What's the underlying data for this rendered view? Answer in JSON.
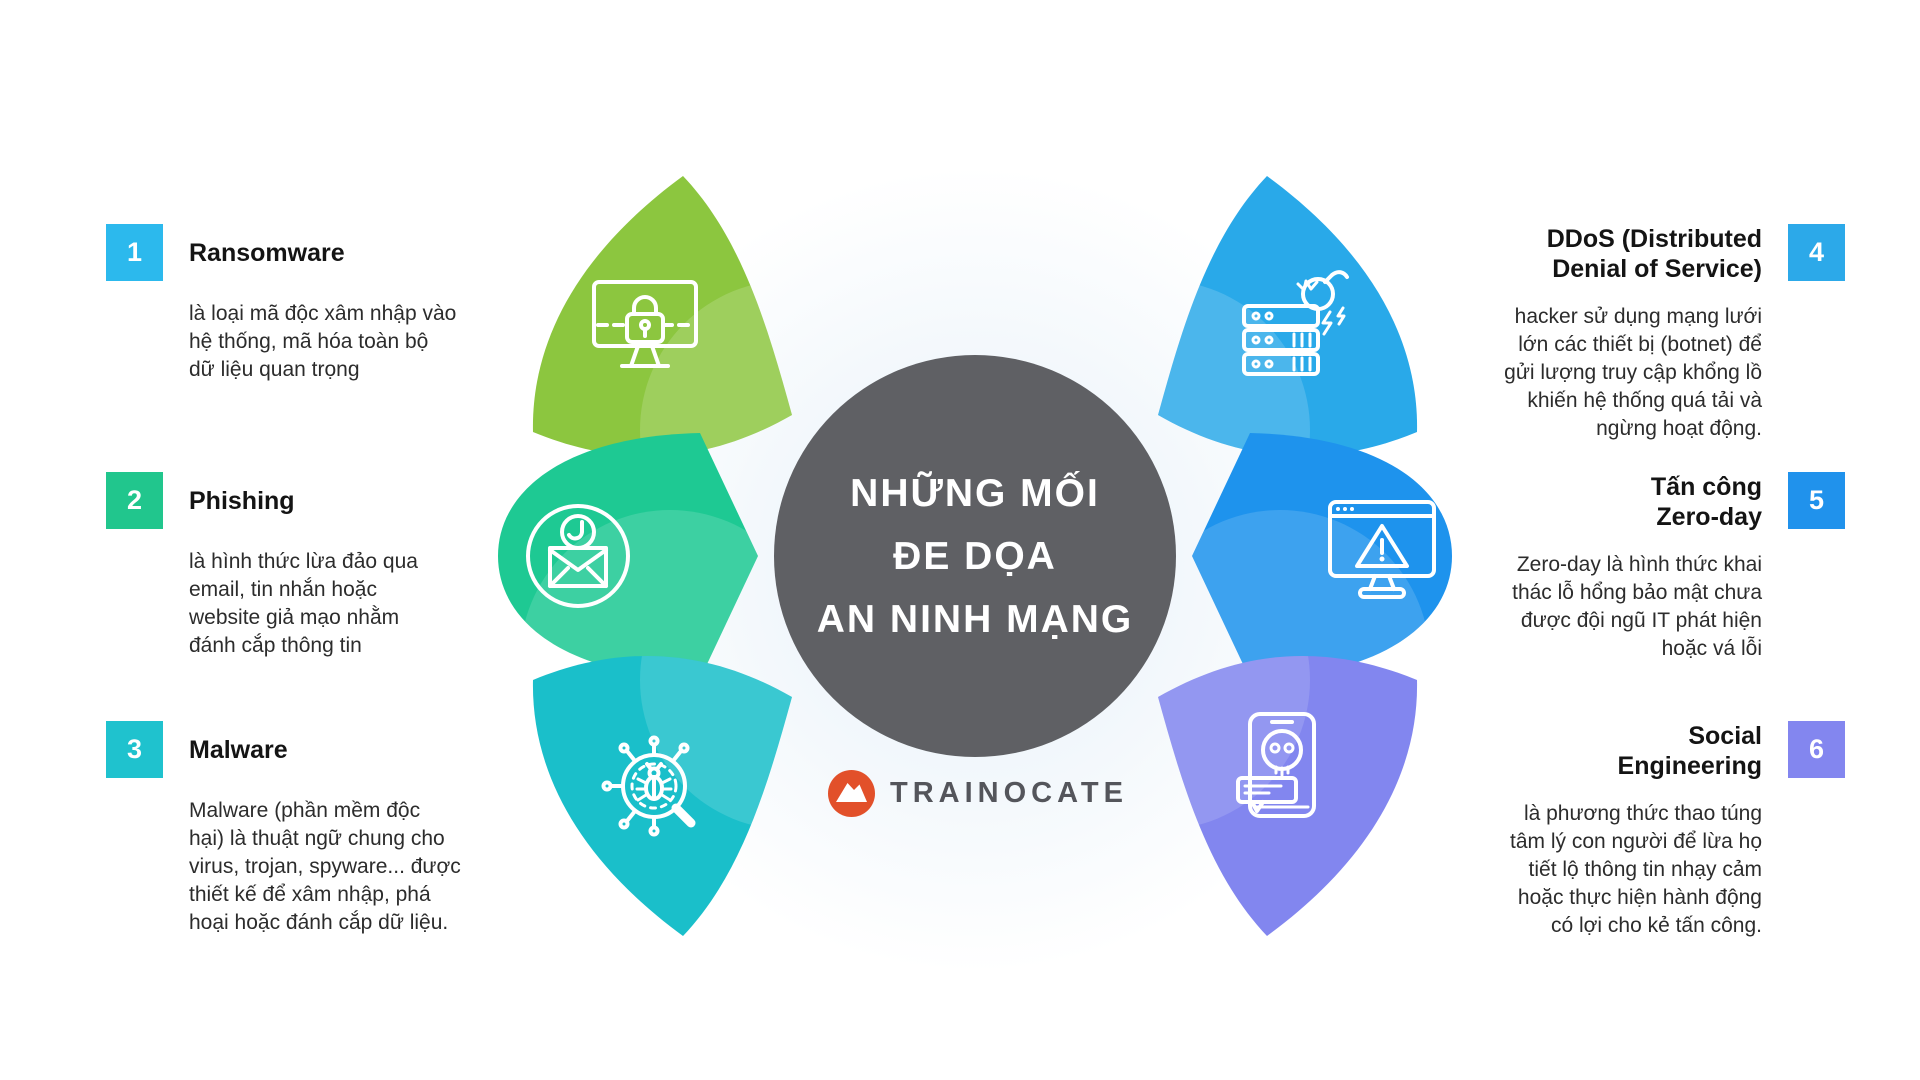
{
  "center": {
    "title_lines": [
      "NHỮNG MỐI",
      "ĐE DỌA",
      "AN NINH MẠNG"
    ],
    "circle_color": "#5f6064"
  },
  "brand": {
    "name": "TRAINOCATE",
    "mark_color": "#e2502a",
    "text_color": "#54555b"
  },
  "petals": [
    {
      "name": "ransomware-petal",
      "color": "#8cc63f"
    },
    {
      "name": "phishing-petal",
      "color": "#1ec993"
    },
    {
      "name": "malware-petal",
      "color": "#1abfca"
    },
    {
      "name": "ddos-petal",
      "color": "#29a9e9"
    },
    {
      "name": "zeroday-petal",
      "color": "#1e93ed"
    },
    {
      "name": "social-petal",
      "color": "#8286ef"
    }
  ],
  "items": [
    {
      "number": "1",
      "title": "Ransomware",
      "description": "là loại mã độc xâm nhập vào\nhệ thống, mã hóa toàn bộ\ndữ liệu quan trọng",
      "accent_color": "#2cb9ed",
      "icon": "monitor-lock-icon",
      "side": "left"
    },
    {
      "number": "2",
      "title": "Phishing",
      "description": "là hình thức lừa đảo qua\nemail, tin nhắn hoặc\nwebsite giả mạo nhằm\nđánh cắp thông tin",
      "accent_color": "#21c68d",
      "icon": "mail-fishhook-icon",
      "side": "left"
    },
    {
      "number": "3",
      "title": "Malware",
      "description": "Malware (phần mềm độc\nhại) là thuật ngữ chung cho\nvirus, trojan, spyware... được\nthiết kế để xâm nhập, phá\nhoại hoặc đánh cắp dữ liệu.",
      "accent_color": "#1fc2ce",
      "icon": "bug-magnifier-icon",
      "side": "left"
    },
    {
      "number": "4",
      "title": "DDoS (Distributed\nDenial of Service)",
      "description": "hacker sử dụng mạng lưới\nlớn các thiết bị (botnet) để\ngửi lượng truy cập khổng lồ\nkhiến hệ thống quá tải và\nngừng hoạt động.",
      "accent_color": "#2ca9e9",
      "icon": "server-bomb-icon",
      "side": "right"
    },
    {
      "number": "5",
      "title": "Tấn công\nZero-day",
      "description": "Zero-day là hình thức khai\nthác lỗ hổng bảo mật chưa\nđược đội ngũ IT phát hiện\nhoặc vá lỗi",
      "accent_color": "#2092ec",
      "icon": "browser-warning-icon",
      "side": "right"
    },
    {
      "number": "6",
      "title": "Social\nEngineering",
      "description": "là phương thức thao túng\ntâm lý con người để lừa họ\ntiết lộ thông tin nhạy cảm\nhoặc thực hiện hành động\ncó lợi cho kẻ tấn công.",
      "accent_color": "#8386ef",
      "icon": "phone-skull-icon",
      "side": "right"
    }
  ]
}
